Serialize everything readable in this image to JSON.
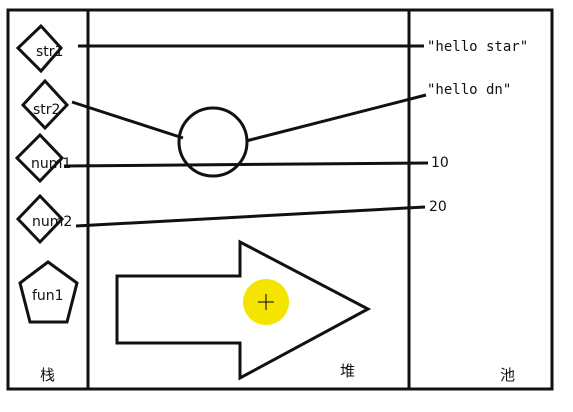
{
  "regions": {
    "stack": "栈",
    "heap": "堆",
    "pool": "池"
  },
  "stack_items": {
    "str1": "str1",
    "str2": "str2",
    "num1": "num1",
    "num2": "num2",
    "fun1": "fun1"
  },
  "pool_values": {
    "hello_star": "\"hello star\"",
    "hello_dn": "\"hello dn\"",
    "ten": "10",
    "twenty": "20"
  },
  "colors": {
    "ink": "#111111",
    "cursor_highlight": "#f5e400"
  }
}
